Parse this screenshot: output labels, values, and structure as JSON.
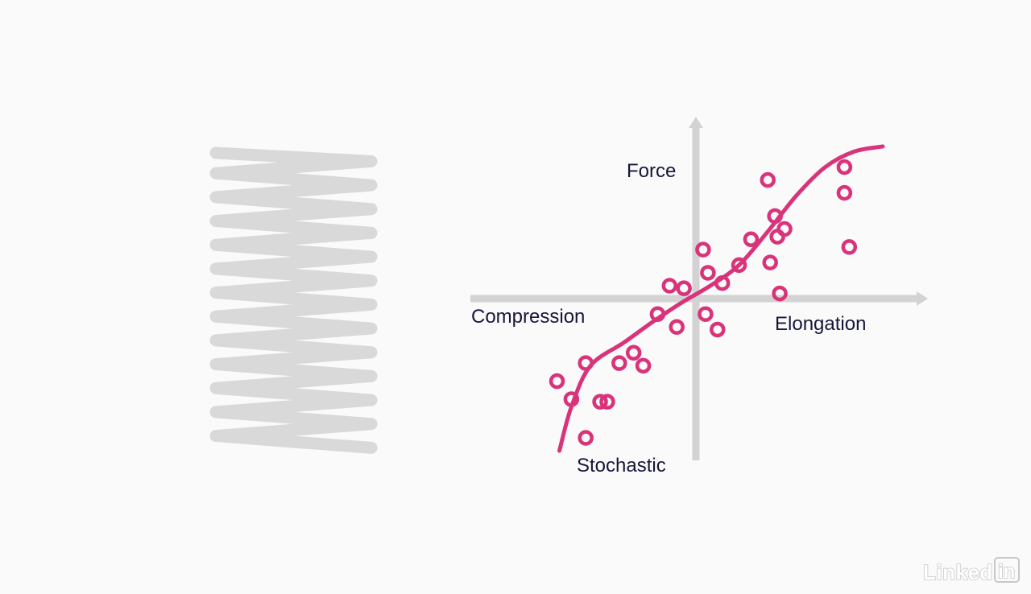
{
  "chart_data": {
    "type": "scatter",
    "title": "",
    "labels": {
      "y_positive": "Force",
      "x_negative": "Compression",
      "x_positive": "Elongation",
      "y_negative": "Stochastic"
    },
    "xlim": [
      -4.6,
      4.6
    ],
    "ylim": [
      -3.35,
      3.35
    ],
    "grid": false,
    "legend": "none",
    "points": [
      {
        "x": -2.9,
        "y": -1.6
      },
      {
        "x": -2.6,
        "y": -1.95
      },
      {
        "x": -2.3,
        "y": -1.25
      },
      {
        "x": -2.0,
        "y": -2.0
      },
      {
        "x": -1.85,
        "y": -2.0
      },
      {
        "x": -2.3,
        "y": -2.7
      },
      {
        "x": -1.6,
        "y": -1.25
      },
      {
        "x": -1.3,
        "y": -1.05
      },
      {
        "x": -1.1,
        "y": -1.3
      },
      {
        "x": -0.8,
        "y": -0.3
      },
      {
        "x": -0.4,
        "y": -0.55
      },
      {
        "x": -0.55,
        "y": 0.25
      },
      {
        "x": -0.25,
        "y": 0.2
      },
      {
        "x": 0.15,
        "y": 0.95
      },
      {
        "x": 0.25,
        "y": 0.5
      },
      {
        "x": 0.2,
        "y": -0.3
      },
      {
        "x": 0.45,
        "y": -0.6
      },
      {
        "x": 0.55,
        "y": 0.3
      },
      {
        "x": 0.9,
        "y": 0.65
      },
      {
        "x": 1.15,
        "y": 1.15
      },
      {
        "x": 1.55,
        "y": 0.7
      },
      {
        "x": 1.75,
        "y": 0.1
      },
      {
        "x": 1.7,
        "y": 1.2
      },
      {
        "x": 1.85,
        "y": 1.35
      },
      {
        "x": 1.65,
        "y": 1.6
      },
      {
        "x": 1.5,
        "y": 2.3
      },
      {
        "x": 3.1,
        "y": 2.55
      },
      {
        "x": 3.1,
        "y": 2.05
      },
      {
        "x": 3.2,
        "y": 1.0
      }
    ],
    "trend_curve": [
      {
        "x": -2.85,
        "y": -2.95
      },
      {
        "x": -2.6,
        "y": -2.1
      },
      {
        "x": -2.2,
        "y": -1.3
      },
      {
        "x": -1.5,
        "y": -0.85
      },
      {
        "x": -0.9,
        "y": -0.45
      },
      {
        "x": -0.3,
        "y": -0.08
      },
      {
        "x": 0.3,
        "y": 0.25
      },
      {
        "x": 0.9,
        "y": 0.65
      },
      {
        "x": 1.5,
        "y": 1.3
      },
      {
        "x": 2.1,
        "y": 2.0
      },
      {
        "x": 2.7,
        "y": 2.55
      },
      {
        "x": 3.3,
        "y": 2.85
      },
      {
        "x": 3.9,
        "y": 2.95
      }
    ]
  },
  "colors": {
    "background": "#fafafa",
    "axis": "#d3d3d3",
    "spring": "#d9d9d9",
    "data": "#d9337a",
    "text": "#16163a"
  },
  "brand": {
    "name": "Linked",
    "box": "in"
  }
}
